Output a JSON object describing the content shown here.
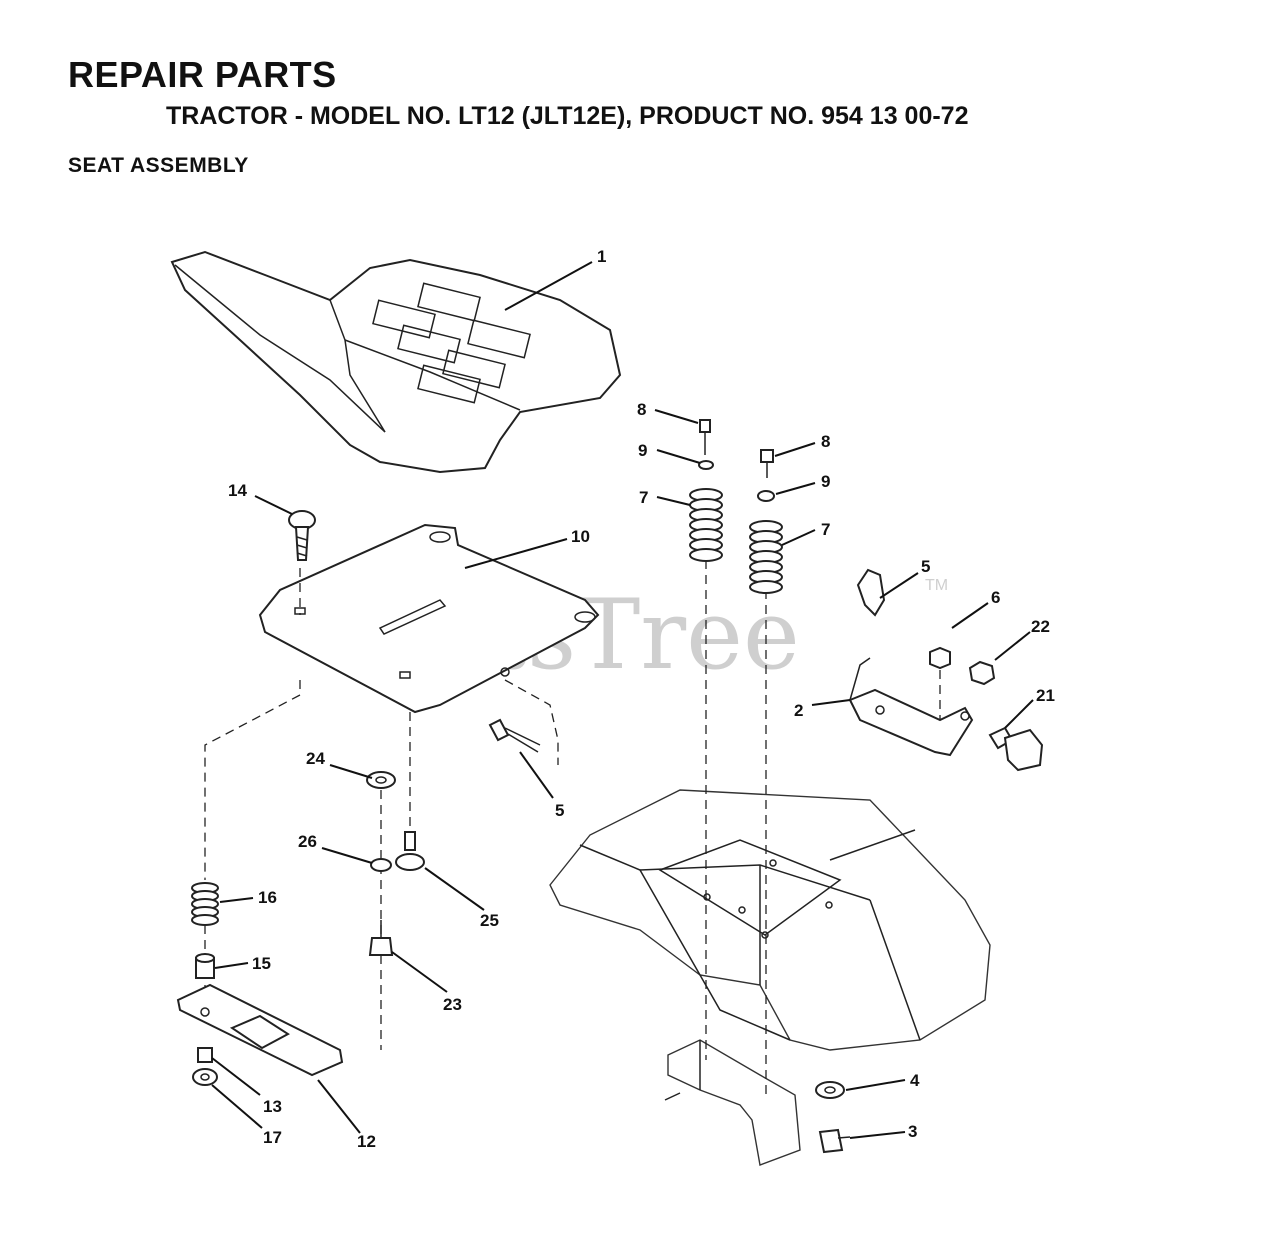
{
  "header": {
    "title": "REPAIR PARTS",
    "subtitle": "TRACTOR - MODEL NO. LT12 (JLT12E), PRODUCT NO. 954 13 00-72",
    "section": "SEAT ASSEMBLY"
  },
  "watermark": {
    "text": "PartsTree",
    "trademark": "TM"
  },
  "callouts": {
    "c1": "1",
    "c2": "2",
    "c3": "3",
    "c4": "4",
    "c5a": "5",
    "c5b": "5",
    "c6": "6",
    "c7a": "7",
    "c7b": "7",
    "c8a": "8",
    "c8b": "8",
    "c9a": "9",
    "c9b": "9",
    "c10": "10",
    "c12": "12",
    "c13": "13",
    "c14": "14",
    "c15": "15",
    "c16": "16",
    "c17": "17",
    "c21": "21",
    "c22": "22",
    "c23": "23",
    "c24": "24",
    "c25": "25",
    "c26": "26"
  }
}
